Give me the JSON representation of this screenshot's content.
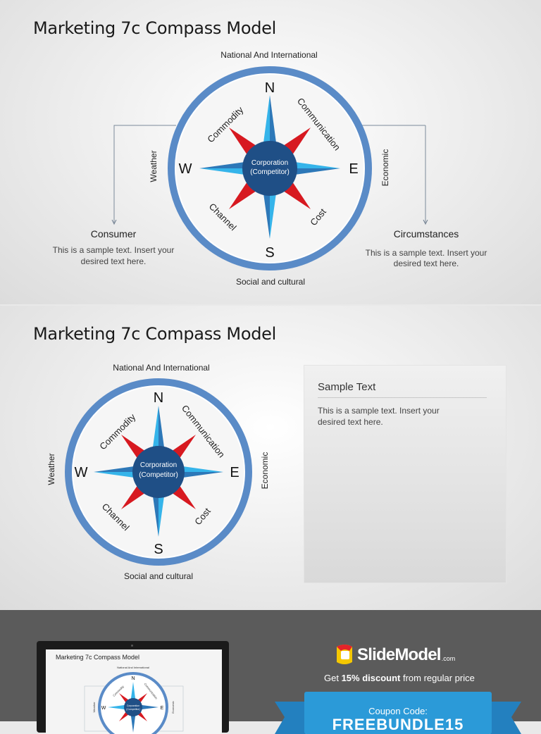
{
  "colors": {
    "ring": "#5a8bc7",
    "center": "#1f4f86",
    "star_light": "#35b4ea",
    "star_dark": "#2d78b8",
    "red": "#d71920",
    "ad_bg": "#5b5b5b",
    "banner": "#2b9ad8",
    "logo_yellow": "#f5c800",
    "logo_red": "#e2232a"
  },
  "slide1": {
    "title": "Marketing 7c Compass Model",
    "compass": {
      "top": "National And International",
      "bottom": "Social and cultural",
      "left": "Weather",
      "right": "Economic",
      "north": "N",
      "south": "S",
      "west": "W",
      "east": "E",
      "nw": "Commodity",
      "ne": "Communication",
      "sw": "Channel",
      "se": "Cost",
      "center_line1": "Corporation",
      "center_line2": "(Competitor)"
    },
    "left_box": {
      "title": "Consumer",
      "line1": "This is a sample text. Insert your",
      "line2": "desired text here."
    },
    "right_box": {
      "title": "Circumstances",
      "line1": "This is a sample text. Insert your",
      "line2": "desired text here."
    }
  },
  "slide2": {
    "title": "Marketing 7c Compass Model",
    "compass": {
      "top": "National And International",
      "bottom": "Social and cultural",
      "left": "Weather",
      "right": "Economic",
      "north": "N",
      "south": "S",
      "west": "W",
      "east": "E",
      "nw": "Commodity",
      "ne": "Communication",
      "sw": "Channel",
      "se": "Cost",
      "center_line1": "Corporation",
      "center_line2": "(Competitor)"
    },
    "sidebox": {
      "title": "Sample Text",
      "text": "This is a sample text. Insert your desired text here."
    }
  },
  "ad": {
    "thumb": {
      "title": "Marketing 7c Compass Model",
      "top": "National And International",
      "north": "N",
      "west": "W",
      "east": "E",
      "left": "Weather",
      "right": "Economic",
      "nw": "Commodity",
      "ne": "Communication",
      "center_line1": "Corporation",
      "center_line2": "(Competitor)"
    },
    "logo_name": "SlideModel",
    "logo_suffix": ".com",
    "discount_pre": "Get ",
    "discount_bold": "15% discount",
    "discount_post": " from regular price",
    "coupon_label": "Coupon Code:",
    "coupon_code": "FREEBUNDLE15"
  }
}
